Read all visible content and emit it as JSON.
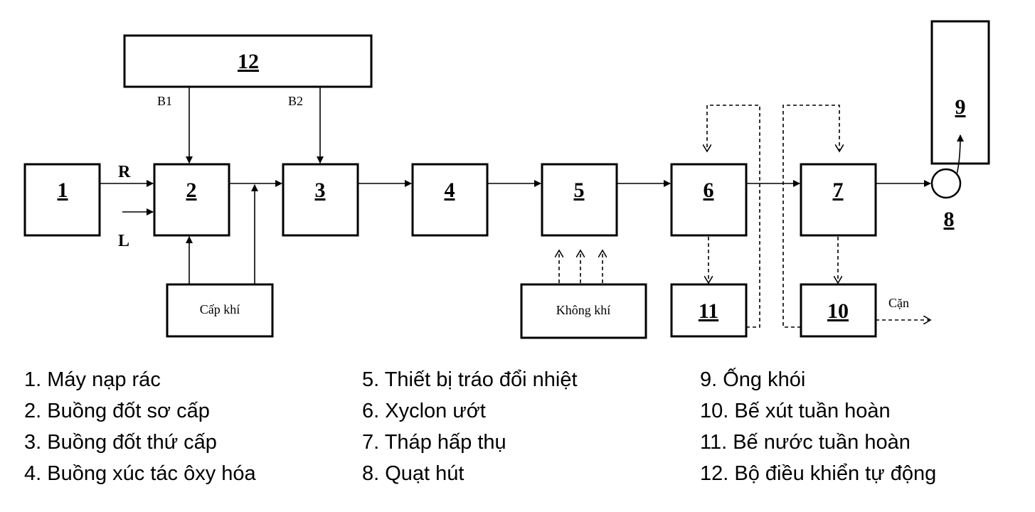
{
  "boxes": {
    "b1": "1",
    "b2": "2",
    "b3": "3",
    "b4": "4",
    "b5": "5",
    "b6": "6",
    "b7": "7",
    "b8": "8",
    "b9": "9",
    "b10": "10",
    "b11": "11",
    "b12": "12"
  },
  "labels": {
    "r": "R",
    "l": "L",
    "b1": "B1",
    "b2": "B2",
    "air_supply": "Cấp khí",
    "air": "Không khí",
    "sludge": "Cặn"
  },
  "legend": {
    "col1": [
      "1. Máy nạp rác",
      "2. Buồng đốt sơ cấp",
      "3. Buồng đốt thứ cấp",
      "4. Buồng xúc tác ôxy hóa"
    ],
    "col2": [
      "5. Thiết bị tráo đổi nhiệt",
      "6. Xyclon ướt",
      "7. Tháp hấp thụ",
      "8. Quạt hút"
    ],
    "col3": [
      "9. Ống khói",
      "10. Bế xút tuần hoàn",
      "11. Bế nước tuần hoàn",
      "12. Bộ điều khiển tự động"
    ]
  }
}
